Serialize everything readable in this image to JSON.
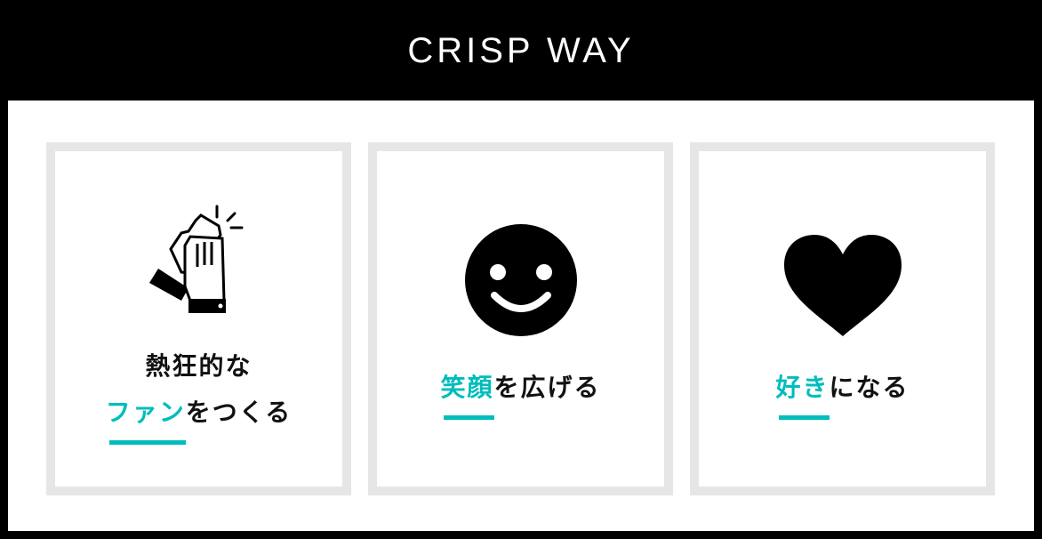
{
  "header": {
    "title": "CRISP WAY"
  },
  "accent_color": "#00bdbd",
  "cards": [
    {
      "icon": "clapping-hands-icon",
      "line1": "熱狂的な",
      "accent": "ファン",
      "rest": "をつくる"
    },
    {
      "icon": "smiley-face-icon",
      "accent": "笑顔",
      "rest": "を広げる"
    },
    {
      "icon": "heart-icon",
      "accent": "好き",
      "rest": "になる"
    }
  ]
}
